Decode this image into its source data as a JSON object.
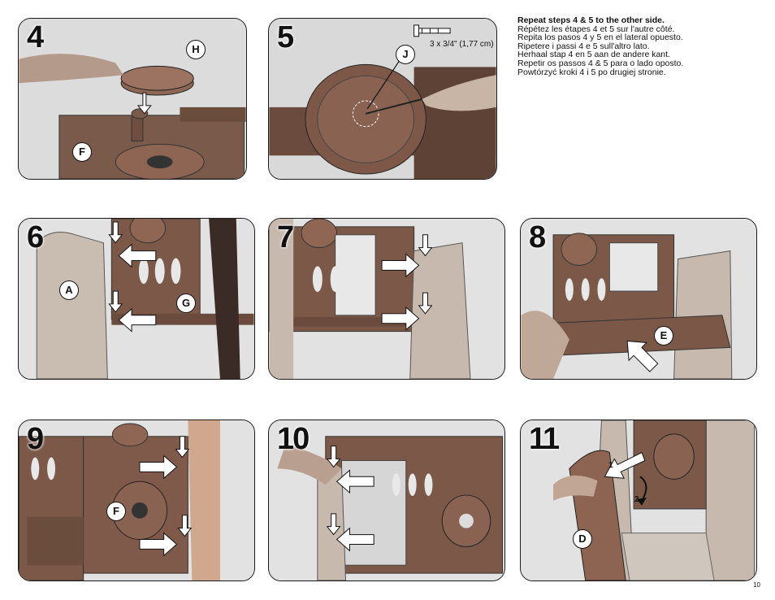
{
  "instructions": {
    "lead": "Repeat steps 4 & 5 to the other side.",
    "lines": [
      "Répétez les étapes 4 et 5 sur l'autre côté.",
      "Repita los pasos 4 y 5 en el lateral opuesto.",
      "Ripetere i passi 4 e 5 sull'altro lato.",
      "Herhaal stap 4 en 5 aan de andere kant.",
      "Repetir os passos 4 & 5 para o lado oposto.",
      "Powtórzyć kroki 4 i 5 po drugiej stronie."
    ]
  },
  "panels": {
    "step4": {
      "number": "4",
      "labels": [
        "H",
        "F"
      ]
    },
    "step5": {
      "number": "5",
      "labels": [
        "J"
      ],
      "screw_caption": "3 x  3/4\" (1,77 cm)"
    },
    "step6": {
      "number": "6",
      "labels": [
        "A",
        "G"
      ]
    },
    "step7": {
      "number": "7",
      "labels": []
    },
    "step8": {
      "number": "8",
      "labels": [
        "E"
      ]
    },
    "step9": {
      "number": "9",
      "labels": [
        "F"
      ]
    },
    "step10": {
      "number": "10",
      "labels": []
    },
    "step11": {
      "number": "11",
      "labels": [
        "D"
      ],
      "arrow_labels": [
        "1",
        "2"
      ]
    }
  },
  "page_number": "10"
}
